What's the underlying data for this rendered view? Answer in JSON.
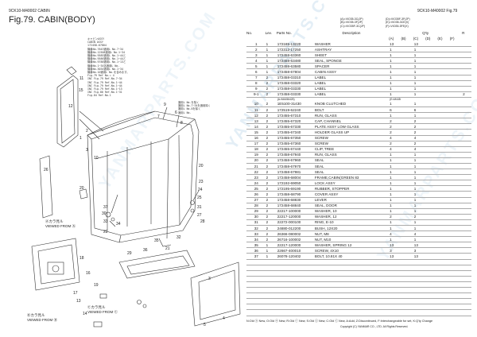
{
  "header": {
    "code_left": "9CK10-M40002   CABIN",
    "title": "Fig.79.  CABIN(BODY)",
    "code_right": "9CK10-M40002   Fig.79"
  },
  "variants_left": "(A)=VIO35-3C(JP)\n(B)=VIO35-3F(JP)\n(C)=VIO35F-3C(JP)",
  "variants_right": "(D)=VIO35F-3F(JP)\n(E)=VIO35-3CE(X)\n(F)=VIO35-3FE(X)",
  "jp_notes": "キャビンASSY\nCABIN ASSY\n172458-67804\n機番No.7643適用L No.7~34\n機番No.12508適用L No.1~34\n機番No.9585適用L No.1~44と\n機番No.9586適用L No.1~44と\n機番No.9788適用L No.1~13と\n機番No.1~34迄適用L No.\n機番No.3034適用L No.1~34\n機番No.10適用L No.を含みます。\nFig.79 Ref No.= 4\nINC Fig.79 Ref.No.7~34\nINC Fig.79 Ref.No.1~44\nINC Fig.79 Ref.No.1~44\nINC Fig.79 Ref.No.1~13\nINC Fig.80 Ref.No.1~31\nFig.84 Ref.No.1",
  "jp_notes_right": "適用L No.を除く\n適用L No.7~34を適用除く\n適用L No.8を除く\n適用L No.",
  "drawing": {
    "view_a": "Ⓐカラ見ル\nVIEWED FROM Ⓐ",
    "view_b": "Ⓑカラ見ル\nVIEWED FROM Ⓑ",
    "view_c": "Ⓒカラ見ル\nVIEWED FROM Ⓒ",
    "callouts": [
      "11",
      "15",
      "12",
      "1",
      "2",
      "9",
      "7",
      "6",
      "8",
      "3",
      "10",
      "20",
      "20",
      "23",
      "24",
      "25",
      "31",
      "27",
      "28",
      "26",
      "30",
      "33",
      "34",
      "22",
      "29",
      "35",
      "36",
      "37",
      "32",
      "21",
      "18",
      "16",
      "19",
      "17",
      "13",
      "14",
      "3",
      "4",
      "5"
    ]
  },
  "table": {
    "headers": {
      "no": "No.",
      "lev": "Lev.",
      "pn": "Parts No.",
      "desc": "Description",
      "qty": "Q'ty",
      "remark": "R"
    },
    "cols": [
      "(A)",
      "(B)",
      "(C)",
      "(D)",
      "(E)",
      "(F)"
    ],
    "rows": [
      {
        "no": "1",
        "lev": "1",
        "pn": "172185-13220",
        "desc": "WASHER",
        "q": [
          "13",
          "",
          "13",
          ""
        ],
        "r": ""
      },
      {
        "no": "2",
        "lev": "1",
        "pn": "172312-17250",
        "desc": "ASHTRAY",
        "q": [
          "1",
          "",
          "1",
          ""
        ],
        "r": ""
      },
      {
        "no": "3",
        "lev": "1",
        "pn": "172458-63360",
        "desc": "SHEET",
        "q": [
          "1",
          "",
          "1",
          ""
        ],
        "r": ""
      },
      {
        "no": "4",
        "lev": "1",
        "pn": "172458-63480",
        "desc": "SEAL, SPONGE",
        "q": [
          "1",
          "",
          "1",
          ""
        ],
        "r": ""
      },
      {
        "no": "5",
        "lev": "1",
        "pn": "172458-63580",
        "desc": "SPACER",
        "q": [
          "1",
          "",
          "1",
          ""
        ],
        "r": ""
      },
      {
        "no": "6",
        "lev": "1",
        "pn": "172458-67804",
        "desc": "CABIN ASSY",
        "q": [
          "1",
          "",
          "1",
          ""
        ],
        "r": ""
      },
      {
        "no": "7",
        "lev": "2",
        "pn": "172458-03310",
        "desc": "LABEL",
        "q": [
          "1",
          "",
          "1",
          ""
        ],
        "r": ""
      },
      {
        "no": "8",
        "lev": "2",
        "pn": "172458-03320",
        "desc": "LABEL",
        "q": [
          "1",
          "",
          "1",
          ""
        ],
        "r": ""
      },
      {
        "no": "9",
        "lev": "2",
        "pn": "172458-03330",
        "desc": "LABEL",
        "q": [
          "1",
          "",
          "1",
          ""
        ],
        "r": ""
      },
      {
        "no": "9-1",
        "lev": "2",
        "pn": "172458-03330",
        "desc": "LABEL",
        "q": [
          "1",
          "",
          "1",
          ""
        ],
        "r": "2"
      },
      {
        "no": "",
        "lev": "",
        "pn": "(A=M4456425)",
        "desc": "",
        "q": [
          "(E=M4456425)",
          "",
          "",
          ""
        ],
        "r": "",
        "sub": true
      },
      {
        "no": "10",
        "lev": "2",
        "pn": "1E5100-31430",
        "desc": "KNOB CLUTCHED",
        "q": [
          "1",
          "",
          "1",
          ""
        ],
        "r": ""
      },
      {
        "no": "11",
        "lev": "2",
        "pn": "172519-62240",
        "desc": "BOLT",
        "q": [
          "6",
          "",
          "6",
          ""
        ],
        "r": ""
      },
      {
        "no": "12",
        "lev": "2",
        "pn": "172455-67310",
        "desc": "RUN, GLASS",
        "q": [
          "1",
          "",
          "1",
          ""
        ],
        "r": ""
      },
      {
        "no": "13",
        "lev": "2",
        "pn": "172455-67320",
        "desc": "CAP, CHANNEL",
        "q": [
          "2",
          "",
          "2",
          ""
        ],
        "r": ""
      },
      {
        "no": "14",
        "lev": "2",
        "pn": "172455-67330",
        "desc": "PLATE ASSY LOW GLASS",
        "q": [
          "2",
          "",
          "2",
          ""
        ],
        "r": ""
      },
      {
        "no": "15",
        "lev": "2",
        "pn": "172455-67340",
        "desc": "HOLDER GLASS UP",
        "q": [
          "2",
          "",
          "2",
          ""
        ],
        "r": ""
      },
      {
        "no": "16",
        "lev": "2",
        "pn": "172455-67350",
        "desc": "SCREW",
        "q": [
          "4",
          "",
          "4",
          ""
        ],
        "r": ""
      },
      {
        "no": "17",
        "lev": "2",
        "pn": "172455-67360",
        "desc": "SCREW",
        "q": [
          "2",
          "",
          "2",
          ""
        ],
        "r": ""
      },
      {
        "no": "18",
        "lev": "2",
        "pn": "172455-67440",
        "desc": "CLIP, TREE",
        "q": [
          "4",
          "",
          "4",
          ""
        ],
        "r": ""
      },
      {
        "no": "19",
        "lev": "2",
        "pn": "172458-67940",
        "desc": "RUN, GLASS",
        "q": [
          "1",
          "",
          "1",
          ""
        ],
        "r": ""
      },
      {
        "no": "20",
        "lev": "2",
        "pn": "172458-67960",
        "desc": "SEAL",
        "q": [
          "1",
          "",
          "1",
          ""
        ],
        "r": ""
      },
      {
        "no": "21",
        "lev": "2",
        "pn": "172458-67970",
        "desc": "SEAL",
        "q": [
          "1",
          "",
          "1",
          ""
        ],
        "r": ""
      },
      {
        "no": "22",
        "lev": "2",
        "pn": "172458-67981",
        "desc": "SEAL",
        "q": [
          "1",
          "",
          "1",
          ""
        ],
        "r": ""
      },
      {
        "no": "23",
        "lev": "2",
        "pn": "172458-68004",
        "desc": "FRAME,CABIN(GREEN 83",
        "q": [
          "1",
          "",
          "1",
          ""
        ],
        "r": ""
      },
      {
        "no": "24",
        "lev": "2",
        "pn": "172192-69050",
        "desc": "LOCK ASSY",
        "q": [
          "1",
          "",
          "1",
          ""
        ],
        "r": ""
      },
      {
        "no": "25",
        "lev": "2",
        "pn": "172195-69190",
        "desc": "RUBBER, STOPPER",
        "q": [
          "1",
          "",
          "1",
          ""
        ],
        "r": ""
      },
      {
        "no": "26",
        "lev": "2",
        "pn": "172458-68790",
        "desc": "COVER ASSY",
        "q": [
          "1",
          "",
          "1",
          ""
        ],
        "r": ""
      },
      {
        "no": "27",
        "lev": "2",
        "pn": "172458-68830",
        "desc": "LEVER",
        "q": [
          "1",
          "",
          "1",
          ""
        ],
        "r": ""
      },
      {
        "no": "28",
        "lev": "2",
        "pn": "172458-68840",
        "desc": "SEAL, DOOR",
        "q": [
          "1",
          "",
          "1",
          ""
        ],
        "r": ""
      },
      {
        "no": "29",
        "lev": "2",
        "pn": "22217-100000",
        "desc": "WASHER, 10",
        "q": [
          "1",
          "",
          "1",
          ""
        ],
        "r": ""
      },
      {
        "no": "30",
        "lev": "2",
        "pn": "22217-120000",
        "desc": "WASHER, 12",
        "q": [
          "2",
          "",
          "2",
          ""
        ],
        "r": ""
      },
      {
        "no": "31",
        "lev": "2",
        "pn": "22272-000100",
        "desc": "RING, E-10",
        "q": [
          "1",
          "",
          "1",
          ""
        ],
        "r": ""
      },
      {
        "no": "32",
        "lev": "2",
        "pn": "24880-012200",
        "desc": "BUSH, 12X20",
        "q": [
          "1",
          "",
          "1",
          ""
        ],
        "r": ""
      },
      {
        "no": "33",
        "lev": "2",
        "pn": "26366-080002",
        "desc": "NUT, M8",
        "q": [
          "4",
          "",
          "4",
          ""
        ],
        "r": ""
      },
      {
        "no": "34",
        "lev": "2",
        "pn": "26716-100002",
        "desc": "NUT, M10",
        "q": [
          "1",
          "",
          "1",
          ""
        ],
        "r": ""
      },
      {
        "no": "35",
        "lev": "1",
        "pn": "22217-120000",
        "desc": "WASHER, SPRING 12",
        "q": [
          "13",
          "",
          "13",
          ""
        ],
        "r": ""
      },
      {
        "no": "36",
        "lev": "1",
        "pn": "22667-400010",
        "desc": "SCREW, 4X10",
        "q": [
          "3",
          "",
          "3",
          ""
        ],
        "r": ""
      },
      {
        "no": "37",
        "lev": "1",
        "pn": "26078-120402",
        "desc": "BOLT, 10.81X 40",
        "q": [
          "13",
          "",
          "13",
          ""
        ],
        "r": ""
      }
    ],
    "blank_rows": 10
  },
  "footer": {
    "legend": "N:Old ⓝ New, O:Old ⓞ New, R:Old ⓡ New, S:Old ⓢ New, C:Old ⓒ New, A:Add, Z:Discontinued, F:Interchangeable for set, K:Q'ty Change",
    "copyright": "Copyright (C)  YANMAR CO., LTD. All Rights Reserved."
  },
  "watermark": "YANMARPARTS.COM"
}
